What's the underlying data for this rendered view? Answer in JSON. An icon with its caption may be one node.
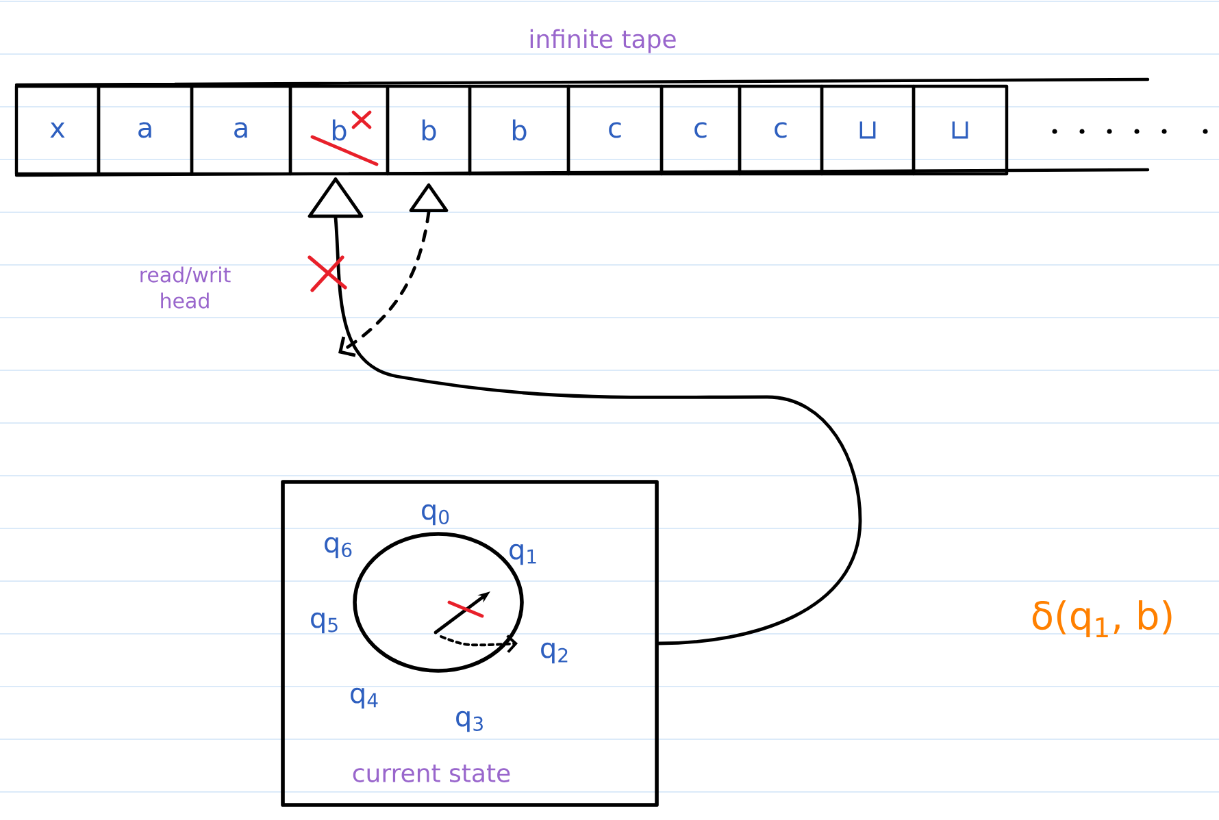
{
  "diagram": {
    "nodes": [
      {
        "text": [
          "infinite tape"
        ]
      },
      {
        "text": [
          "x"
        ],
        "in": 0
      },
      {
        "text": [
          "a"
        ],
        "in": 0
      },
      {
        "text": [
          "a"
        ],
        "in": 0
      },
      {
        "text": [
          "b"
        ],
        "in": 0
      },
      {
        "text": [
          "b"
        ],
        "in": 0
      },
      {
        "text": [
          "b"
        ],
        "in": 0
      },
      {
        "text": [
          "c"
        ],
        "in": 0
      },
      {
        "text": [
          "c"
        ],
        "in": 0
      },
      {
        "text": [
          "c"
        ],
        "in": 0
      },
      {
        "text": [
          "⊔"
        ],
        "in": 0
      },
      {
        "text": [
          "⊔"
        ],
        "in": 0
      },
      {
        "text": [],
        "shape": "triangle"
      },
      {
        "text": [],
        "shape": "triangle"
      },
      {
        "text": [
          "current state"
        ]
      },
      {
        "text": [],
        "shape": "circle",
        "in": 14,
        "beside": [
          "q$_{0}$",
          "q$_{6}$",
          "q$_{1}$",
          "q$_{5}$",
          "q$_{2}$",
          "q$_{4}$",
          "q$_{3}$"
        ]
      }
    ],
    "edges": [
      {
        "from": 14,
        "to": 12,
        "arrow": "none"
      },
      {
        "from": 13,
        "to": null,
        "arrow": "to",
        "style": "dashed"
      }
    ],
    "labels": [
      "read/writ head",
      "δ(q$_{1}$, b)"
    ]
  }
}
